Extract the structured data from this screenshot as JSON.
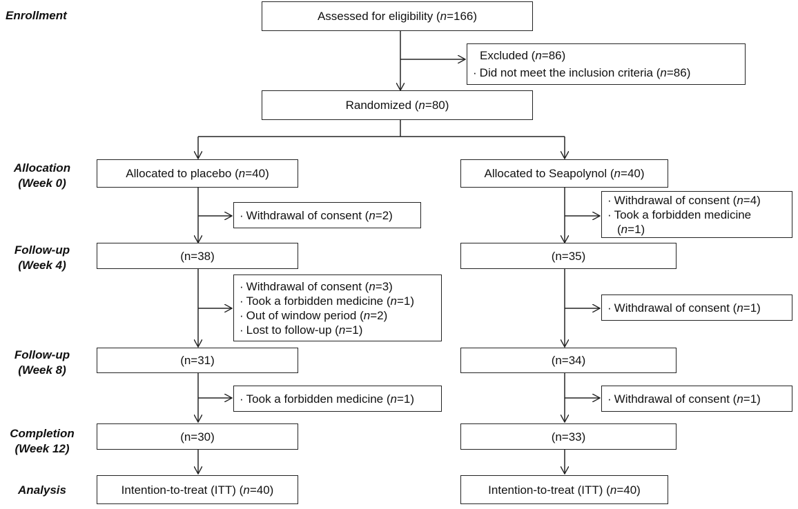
{
  "phases": {
    "enrollment": "Enrollment",
    "allocation": [
      "Allocation",
      "(Week 0)"
    ],
    "followup4": [
      "Follow-up",
      "(Week 4)"
    ],
    "followup8": [
      "Follow-up",
      "(Week 8)"
    ],
    "completion": [
      "Completion",
      "(Week 12)"
    ],
    "analysis": "Analysis"
  },
  "top": {
    "assessed": {
      "pre": "Assessed for eligibility (",
      "n": "n",
      "post": "=166)"
    },
    "excluded": {
      "pre": "Excluded (",
      "n": "n",
      "post": "=86)"
    },
    "excluded_reason": {
      "bullet": "·",
      "pre": "Did not meet the inclusion criteria (",
      "n": "n",
      "post": "=86)"
    },
    "randomized": {
      "pre": "Randomized (",
      "n": "n",
      "post": "=80)"
    }
  },
  "placebo": {
    "allocated": {
      "pre": "Allocated to placebo (",
      "n": "n",
      "post": "=40)"
    },
    "drop1": [
      {
        "bullet": "·",
        "pre": "Withdrawal of consent (",
        "n": "n",
        "post": "=2)"
      }
    ],
    "week4": "(n=38)",
    "drop2": [
      {
        "bullet": "·",
        "pre": "Withdrawal of consent (",
        "n": "n",
        "post": "=3)"
      },
      {
        "bullet": "·",
        "pre": "Took a forbidden medicine (",
        "n": "n",
        "post": "=1)"
      },
      {
        "bullet": "·",
        "pre": "Out of window period (",
        "n": "n",
        "post": "=2)"
      },
      {
        "bullet": "·",
        "pre": "Lost to follow-up (",
        "n": "n",
        "post": "=1)"
      }
    ],
    "week8": "(n=31)",
    "drop3": [
      {
        "bullet": "·",
        "pre": "Took a forbidden medicine (",
        "n": "n",
        "post": "=1)"
      }
    ],
    "week12": "(n=30)",
    "analysis": {
      "pre": "Intention-to-treat (ITT) (",
      "n": "n",
      "post": "=40)"
    }
  },
  "seapolynol": {
    "allocated": {
      "pre": "Allocated to Seapolynol (",
      "n": "n",
      "post": "=40)"
    },
    "drop1_a": {
      "bullet": "·",
      "pre": "Withdrawal of consent (",
      "n": "n",
      "post": "=4)"
    },
    "drop1_b": {
      "bullet": "·",
      "text": "Took a forbidden medicine"
    },
    "drop1_c": {
      "pre": "(",
      "n": "n",
      "post": "=1)"
    },
    "week4": "(n=35)",
    "drop2": [
      {
        "bullet": "·",
        "pre": "Withdrawal of consent (",
        "n": "n",
        "post": "=1)"
      }
    ],
    "week8": "(n=34)",
    "drop3": [
      {
        "bullet": "·",
        "pre": "Withdrawal of consent (",
        "n": "n",
        "post": "=1)"
      }
    ],
    "week12": "(n=33)",
    "analysis": {
      "pre": "Intention-to-treat (ITT) (",
      "n": "n",
      "post": "=40)"
    }
  }
}
